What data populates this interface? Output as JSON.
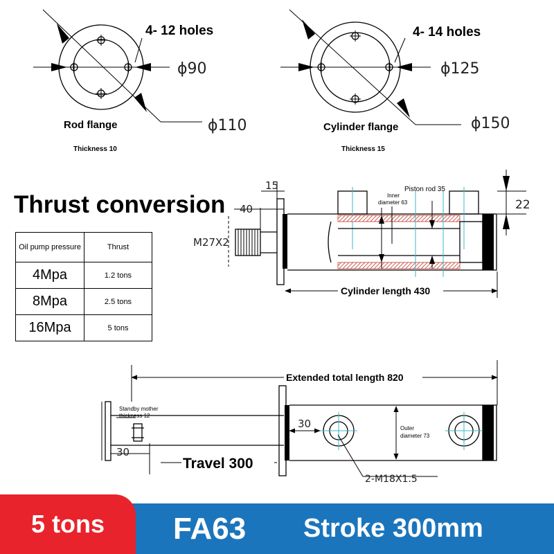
{
  "rod_flange": {
    "holes": "4- 12 holes",
    "inner_diameter": "ϕ90",
    "outer_diameter": "ϕ110",
    "title": "Rod flange",
    "thickness": "Thickness 10"
  },
  "cylinder_flange": {
    "holes": "4- 14 holes",
    "inner_diameter": "ϕ125",
    "outer_diameter": "ϕ150",
    "title": "Cylinder flange",
    "thickness": "Thickness 15"
  },
  "thrust": {
    "title": "Thrust conversion",
    "header_pressure": "Oil pump pressure",
    "header_thrust": "Thrust",
    "rows": [
      {
        "pressure": "4Mpa",
        "thrust": "1.2 tons"
      },
      {
        "pressure": "8Mpa",
        "thrust": "2.5 tons"
      },
      {
        "pressure": "16Mpa",
        "thrust": "5 tons"
      }
    ]
  },
  "cylinder_view": {
    "dim_15": "15",
    "dim_40": "40",
    "thread": "M27X2",
    "inner_diameter_line1": "Inner",
    "inner_diameter_line2": "diameter 63",
    "piston_rod": "Piston rod 35",
    "dim_22": "22",
    "cylinder_length": "Cylinder length 430"
  },
  "extended_view": {
    "total_length": "Extended total length 820",
    "standby_line1": "Standby mother",
    "standby_line2": "thickness 12",
    "dim_30_left": "30",
    "dim_30_port": "30",
    "outer_line1": "Outer",
    "outer_line2": "diameter 73",
    "travel": "Travel 300",
    "ports": "2-M18X1.5"
  },
  "footer": {
    "badge": "5 tons",
    "model": "FA63",
    "stroke": "Stroke 300mm"
  },
  "colors": {
    "banner_blue": "#1b75bc",
    "badge_red": "#e8232b",
    "center_line": "#3cb4c8",
    "hatch_red": "#c03a2b"
  }
}
